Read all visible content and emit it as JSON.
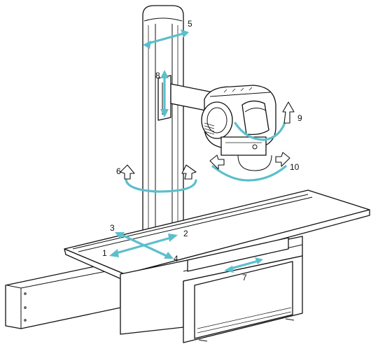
{
  "colors": {
    "line": "#111111",
    "arrow": "#5bbfcc",
    "background": "#ffffff"
  },
  "motion_labels": {
    "m1": "1",
    "m2": "2",
    "m3": "3",
    "m4": "4",
    "m5": "5",
    "m6": "6",
    "m7": "7",
    "m8": "8",
    "m9": "9",
    "m10": "10"
  }
}
